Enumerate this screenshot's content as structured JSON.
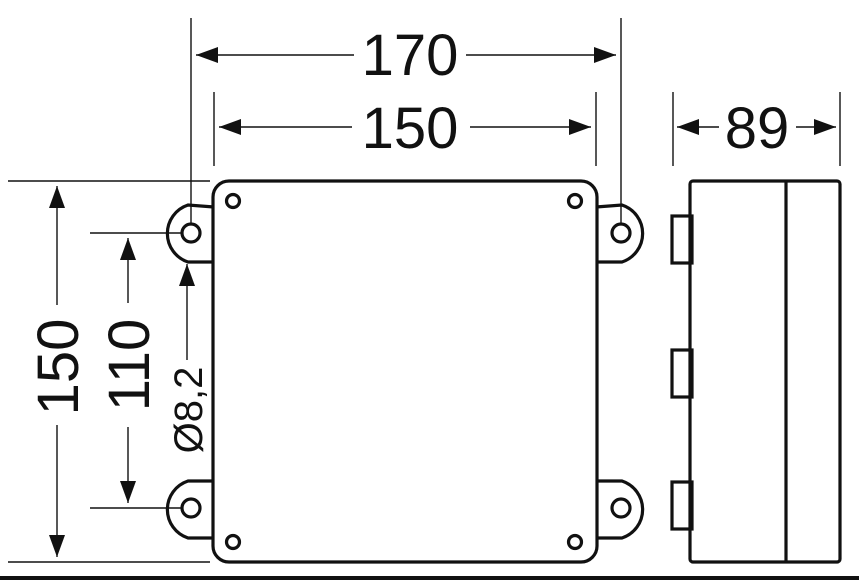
{
  "dimensions": {
    "overall_width": "170",
    "body_width": "150",
    "depth": "89",
    "overall_height": "150",
    "hole_spacing": "110",
    "hole_diameter": "Ø8,2"
  }
}
